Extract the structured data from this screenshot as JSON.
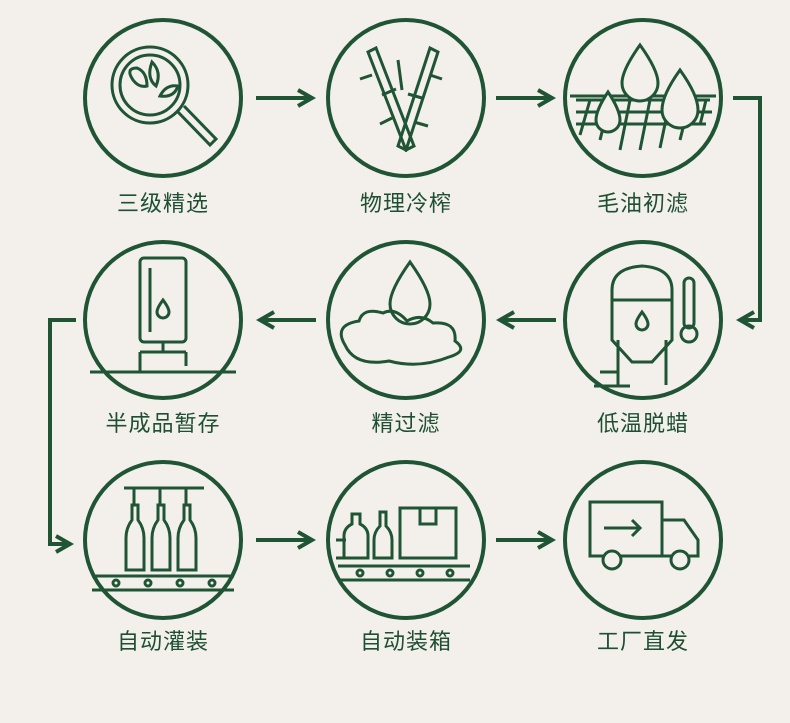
{
  "colors": {
    "primary": "#1f5434",
    "background": "#f3efeb"
  },
  "steps": [
    {
      "label": "三级精选",
      "icon": "magnifier-leaves-icon"
    },
    {
      "label": "物理冷榨",
      "icon": "press-stalks-icon"
    },
    {
      "label": "毛油初滤",
      "icon": "drops-filter-mesh-icon"
    },
    {
      "label": "低温脱蜡",
      "icon": "tank-thermometer-icon"
    },
    {
      "label": "精过滤",
      "icon": "drop-foam-icon"
    },
    {
      "label": "半成品暂存",
      "icon": "storage-tank-icon"
    },
    {
      "label": "自动灌装",
      "icon": "bottle-filling-icon"
    },
    {
      "label": "自动装箱",
      "icon": "bottles-box-conveyor-icon"
    },
    {
      "label": "工厂直发",
      "icon": "delivery-truck-icon"
    }
  ]
}
